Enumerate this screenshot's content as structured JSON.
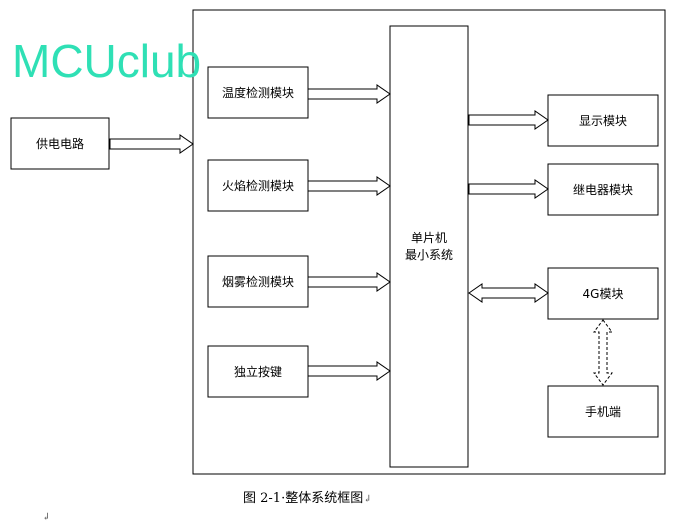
{
  "watermark": "MCUclub",
  "caption": "图 2-1·整体系统框图",
  "caption_mark": "↲",
  "paragraph_mark": "↲",
  "nodes": {
    "power": "供电电路",
    "temp": "温度检测模块",
    "flame": "火焰检测模块",
    "smoke": "烟雾检测模块",
    "button": "独立按键",
    "mcu_line1": "单片机",
    "mcu_line2": "最小系统",
    "display": "显示模块",
    "relay": "继电器模块",
    "4g": "4G模块",
    "phone": "手机端"
  }
}
